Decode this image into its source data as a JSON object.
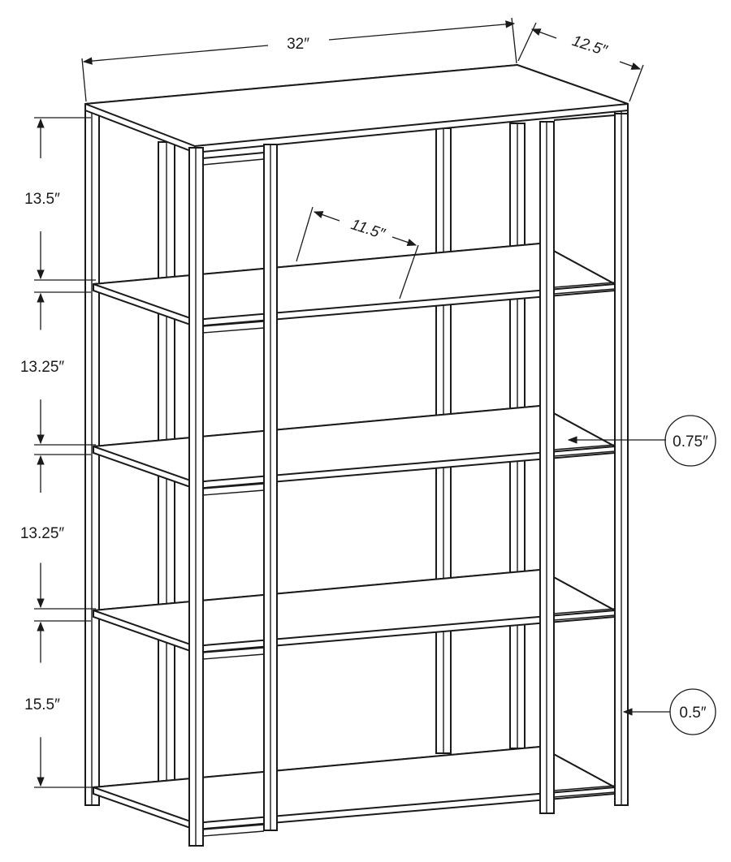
{
  "dimensions": {
    "width": "32″",
    "depth": "12.5″",
    "shelf_depth": "11.5″",
    "gap_1": "13.5″",
    "gap_2": "13.25″",
    "gap_3": "13.25″",
    "gap_4": "15.5″",
    "shelf_thickness": "0.75″",
    "frame_thickness": "0.5″"
  },
  "colors": {
    "line": "#1a1a1a",
    "background": "#ffffff"
  }
}
